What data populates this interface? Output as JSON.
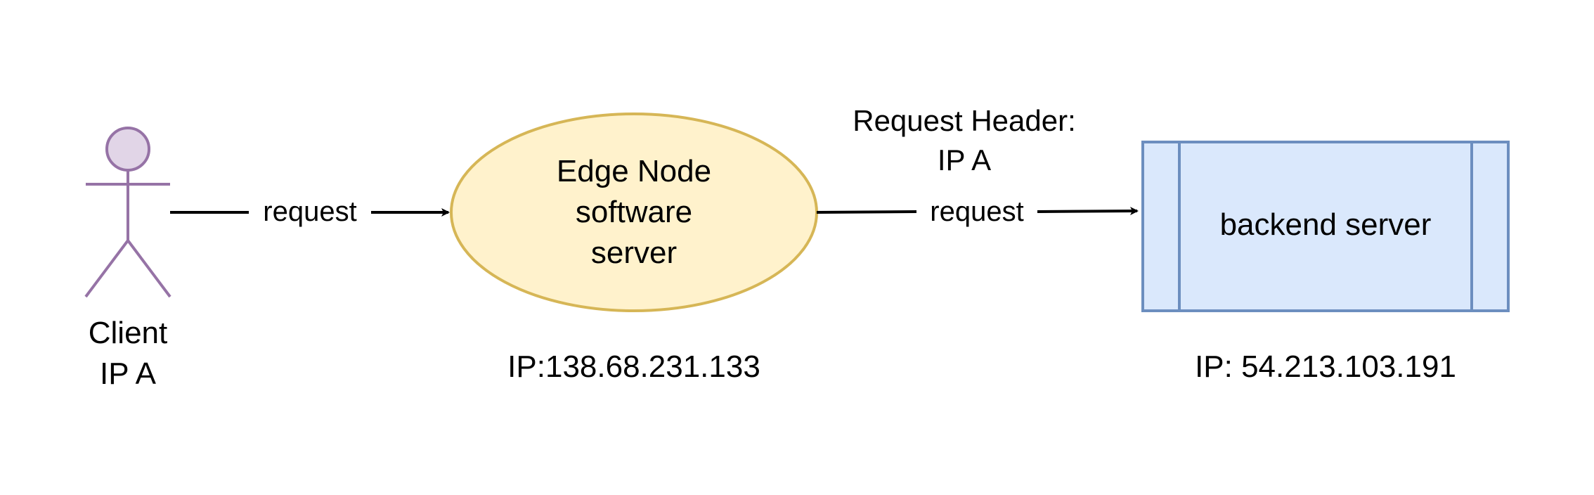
{
  "client": {
    "name": "Client",
    "ip": "IP A",
    "color_stroke": "#9673a6",
    "color_fill": "#e1d5e7"
  },
  "edge_node": {
    "label_line1": "Edge Node",
    "label_line2": "software",
    "label_line3": "server",
    "ip": "IP:138.68.231.133",
    "color_stroke": "#d6b656",
    "color_fill": "#fff2cc"
  },
  "backend": {
    "label": "backend server",
    "ip": "IP: 54.213.103.191",
    "color_stroke": "#6c8ebf",
    "color_fill": "#dae8fc"
  },
  "edges": [
    {
      "label": "request"
    },
    {
      "label": "request",
      "header_line1": "Request Header:",
      "header_line2": "IP A"
    }
  ]
}
